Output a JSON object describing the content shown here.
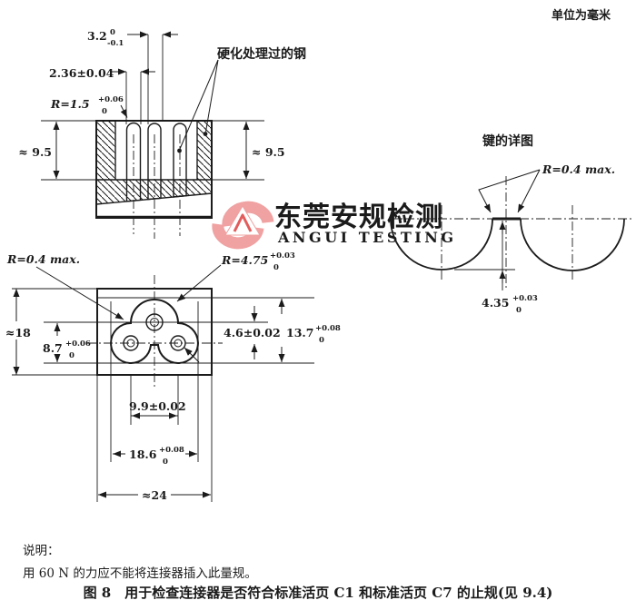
{
  "units_label": "单位为毫米",
  "watermark": {
    "text_zh": "东莞安规检测",
    "text_en": "ANGUI TESTING",
    "logo_pink": "#f0a1a1",
    "text_pink": "#f2b1b1",
    "text_gray": "#c9b6b6",
    "caret_red": "#e25c5c"
  },
  "section_view": {
    "dim_3_2": {
      "value": "3.2",
      "tol_sup": "0",
      "tol_sub": "-0.1"
    },
    "dim_2_36": {
      "value": "2.36±0.04"
    },
    "dim_r1_5": {
      "value": "R=1.5",
      "tol_sup": "+0.06",
      "tol_sub": "0"
    },
    "steel_label": "硬化处理过的钢",
    "dim_height_left": "≈ 9.5",
    "dim_height_right": "≈ 9.5"
  },
  "plan_view": {
    "dim_r0_4": "R=0.4 max.",
    "dim_r4_75": {
      "value": "R=4.75",
      "tol_sup": "+0.03",
      "tol_sub": "0"
    },
    "dim_18": "≈18",
    "dim_8_7": {
      "value": "8.7",
      "tol_sup": "+0.06",
      "tol_sub": "0"
    },
    "dim_4_6": "4.6±0.02",
    "dim_13_7": {
      "value": "13.7",
      "tol_sup": "+0.08",
      "tol_sub": "0"
    },
    "dim_9_9": "9.9±0.02",
    "dim_18_6": {
      "value": "18.6",
      "tol_sup": "+0.08",
      "tol_sub": "0"
    },
    "dim_24": "≈24"
  },
  "detail_view": {
    "title": "键的详图",
    "dim_r0_4": "R=0.4 max.",
    "dim_4_35": {
      "value": "4.35",
      "tol_sup": "+0.03",
      "tol_sub": "0"
    }
  },
  "notes": {
    "label": "说明：",
    "line1": "用 60 N 的力应不能将连接器插入此量规。"
  },
  "caption": "图 8　用于检查连接器是否符合标准活页 C1 和标准活页 C7 的止规(见 9.4)",
  "ink_color": "#1b1b1b"
}
